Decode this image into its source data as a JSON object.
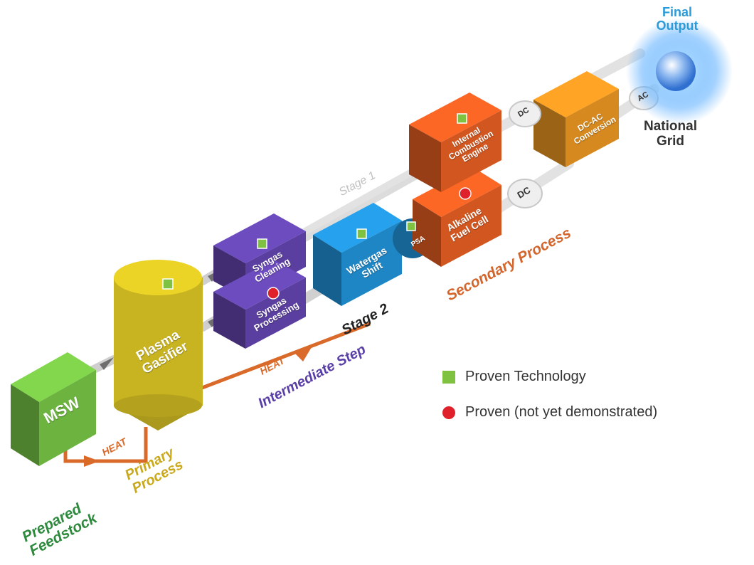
{
  "labels": {
    "final_output": "Final\nOutput",
    "national_grid": "National\nGrid",
    "stage1": "Stage 1",
    "stage2": "Stage 2",
    "intermediate_step": "Intermediate Step",
    "secondary_process": "Secondary Process",
    "primary_process": "Primary\nProcess",
    "prepared_feedstock": "Prepared\nFeedstock",
    "heat_1": "HEAT",
    "heat_2": "HEAT"
  },
  "boxes": {
    "msw": "MSW",
    "plasma_gasifier": "Plasma\nGasifier",
    "syngas_cleaning": "Syngas\nCleaning",
    "syngas_processing": "Syngas\nProcessing",
    "watergas_shift": "Watergas\nShift",
    "psa": "PSA",
    "alkaline_fuel_cell": "Alkaline\nFuel Cell",
    "internal_combustion_engine": "Internal\nCombustion\nEngine",
    "dc_ac_conversion": "DC-AC\nConversion",
    "dc_upper": "DC",
    "dc_lower": "DC",
    "ac": "AC"
  },
  "legend": [
    {
      "label": "Proven Technology",
      "marker": "green-square",
      "color": "#7fc241"
    },
    {
      "label": "Proven (not yet demonstrated)",
      "marker": "red-circle",
      "color": "#e0202a"
    }
  ],
  "colors": {
    "green": "#6cb33f",
    "yellow": "#c8b421",
    "purple": "#5b3fa0",
    "blue": "#1f86c6",
    "orange": "#d2561f",
    "amber": "#d6891f",
    "heat_line": "#d96a2a",
    "glow": "#4aa8ff",
    "label_green": "#2e8a3d",
    "label_yellow": "#c9a81a",
    "label_purple": "#5a3ea8",
    "label_orange": "#d4642a"
  }
}
